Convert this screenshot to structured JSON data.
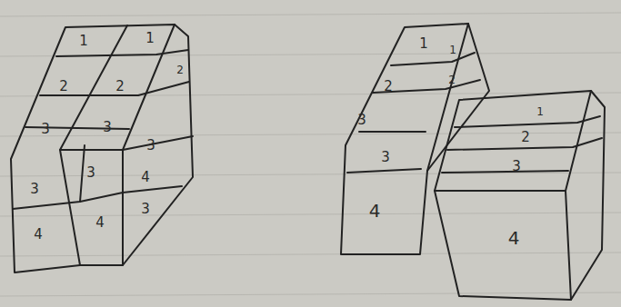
{
  "diagram": {
    "labels": [
      "1",
      "1",
      "2",
      "2",
      "2",
      "3",
      "3",
      "3",
      "3",
      "3",
      "3",
      "4",
      "4",
      "4",
      "1",
      "1",
      "2",
      "2",
      "3",
      "3",
      "1",
      "2",
      "3",
      "4",
      "4"
    ]
  }
}
